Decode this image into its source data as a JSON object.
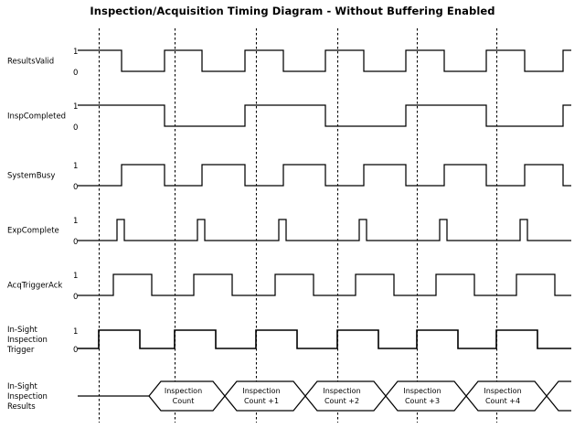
{
  "title": "Inspection/Acquisition Timing Diagram - Without Buffering Enabled",
  "levels": {
    "high": "1",
    "low": "0"
  },
  "signals": [
    {
      "name": "ResultsValid",
      "label_lines": [
        "ResultsValid"
      ],
      "type": "digital"
    },
    {
      "name": "InspCompleted",
      "label_lines": [
        "InspCompleted"
      ],
      "type": "digital"
    },
    {
      "name": "SystemBusy",
      "label_lines": [
        "SystemBusy"
      ],
      "type": "digital"
    },
    {
      "name": "ExpComplete",
      "label_lines": [
        "ExpComplete"
      ],
      "type": "digital"
    },
    {
      "name": "AcqTriggerAck",
      "label_lines": [
        "AcqTriggerAck"
      ],
      "type": "digital"
    },
    {
      "name": "In-Sight Inspection Trigger",
      "label_lines": [
        "In-Sight",
        "Inspection",
        "Trigger"
      ],
      "type": "digital"
    },
    {
      "name": "In-Sight Inspection Results",
      "label_lines": [
        "In-Sight",
        "Inspection",
        "Results"
      ],
      "type": "bus"
    }
  ],
  "bus_values": [
    "Inspection\nCount",
    "Inspection\nCount +1",
    "Inspection\nCount +2",
    "Inspection\nCount +3",
    "Inspection\nCount +4"
  ],
  "chart_data": {
    "type": "line",
    "title": "Inspection/Acquisition Timing Diagram - Without Buffering Enabled",
    "xlabel": "",
    "ylabel": "",
    "grid": false,
    "legend": "none",
    "x_axis_units": "pixels",
    "x_range": [
      85,
      625
    ],
    "marker_lines": [
      108,
      191,
      280,
      369,
      456,
      543
    ],
    "series": [
      {
        "name": "ResultsValid",
        "row": 0,
        "initial": 1,
        "transitions": [
          {
            "x": 133,
            "to": 0
          },
          {
            "x": 180,
            "to": 1
          },
          {
            "x": 221,
            "to": 0
          },
          {
            "x": 268,
            "to": 1
          },
          {
            "x": 310,
            "to": 0
          },
          {
            "x": 356,
            "to": 1
          },
          {
            "x": 398,
            "to": 0
          },
          {
            "x": 444,
            "to": 1
          },
          {
            "x": 486,
            "to": 0
          },
          {
            "x": 532,
            "to": 1
          },
          {
            "x": 574,
            "to": 0
          },
          {
            "x": 616,
            "to": 1
          }
        ]
      },
      {
        "name": "InspCompleted",
        "row": 1,
        "initial": 1,
        "transitions": [
          {
            "x": 180,
            "to": 0
          },
          {
            "x": 268,
            "to": 1
          },
          {
            "x": 356,
            "to": 0
          },
          {
            "x": 444,
            "to": 1
          },
          {
            "x": 532,
            "to": 0
          },
          {
            "x": 616,
            "to": 1
          }
        ]
      },
      {
        "name": "SystemBusy",
        "row": 2,
        "initial": 0,
        "transitions": [
          {
            "x": 133,
            "to": 1
          },
          {
            "x": 180,
            "to": 0
          },
          {
            "x": 221,
            "to": 1
          },
          {
            "x": 268,
            "to": 0
          },
          {
            "x": 310,
            "to": 1
          },
          {
            "x": 356,
            "to": 0
          },
          {
            "x": 398,
            "to": 1
          },
          {
            "x": 444,
            "to": 0
          },
          {
            "x": 486,
            "to": 1
          },
          {
            "x": 532,
            "to": 0
          },
          {
            "x": 574,
            "to": 1
          },
          {
            "x": 616,
            "to": 0
          }
        ]
      },
      {
        "name": "ExpComplete",
        "row": 3,
        "initial": 0,
        "transitions": [
          {
            "x": 128,
            "to": 1
          },
          {
            "x": 136,
            "to": 0
          },
          {
            "x": 216,
            "to": 1
          },
          {
            "x": 224,
            "to": 0
          },
          {
            "x": 305,
            "to": 1
          },
          {
            "x": 313,
            "to": 0
          },
          {
            "x": 393,
            "to": 1
          },
          {
            "x": 401,
            "to": 0
          },
          {
            "x": 481,
            "to": 1
          },
          {
            "x": 489,
            "to": 0
          },
          {
            "x": 569,
            "to": 1
          },
          {
            "x": 577,
            "to": 0
          }
        ]
      },
      {
        "name": "AcqTriggerAck",
        "row": 4,
        "initial": 0,
        "transitions": [
          {
            "x": 124,
            "to": 1
          },
          {
            "x": 166,
            "to": 0
          },
          {
            "x": 212,
            "to": 1
          },
          {
            "x": 254,
            "to": 0
          },
          {
            "x": 301,
            "to": 1
          },
          {
            "x": 343,
            "to": 0
          },
          {
            "x": 389,
            "to": 1
          },
          {
            "x": 431,
            "to": 0
          },
          {
            "x": 477,
            "to": 1
          },
          {
            "x": 519,
            "to": 0
          },
          {
            "x": 565,
            "to": 1
          },
          {
            "x": 607,
            "to": 0
          }
        ]
      },
      {
        "name": "In-Sight Inspection Trigger",
        "row": 5,
        "initial": 0,
        "transitions": [
          {
            "x": 108,
            "to": 1
          },
          {
            "x": 153,
            "to": 0
          },
          {
            "x": 191,
            "to": 1
          },
          {
            "x": 236,
            "to": 0
          },
          {
            "x": 280,
            "to": 1
          },
          {
            "x": 325,
            "to": 0
          },
          {
            "x": 369,
            "to": 1
          },
          {
            "x": 414,
            "to": 0
          },
          {
            "x": 456,
            "to": 1
          },
          {
            "x": 501,
            "to": 0
          },
          {
            "x": 543,
            "to": 1
          },
          {
            "x": 588,
            "to": 0
          }
        ]
      },
      {
        "name": "In-Sight Inspection Results",
        "row": 6,
        "type": "bus",
        "flat_start": [
          85,
          163
        ],
        "cells": [
          {
            "start": 163,
            "end": 246,
            "value": "Inspection Count"
          },
          {
            "start": 246,
            "end": 334,
            "value": "Inspection Count +1"
          },
          {
            "start": 334,
            "end": 422,
            "value": "Inspection Count +2"
          },
          {
            "start": 422,
            "end": 510,
            "value": "Inspection Count +3"
          },
          {
            "start": 510,
            "end": 598,
            "value": "Inspection Count +4"
          }
        ],
        "flat_end": [
          598,
          625
        ]
      }
    ]
  }
}
